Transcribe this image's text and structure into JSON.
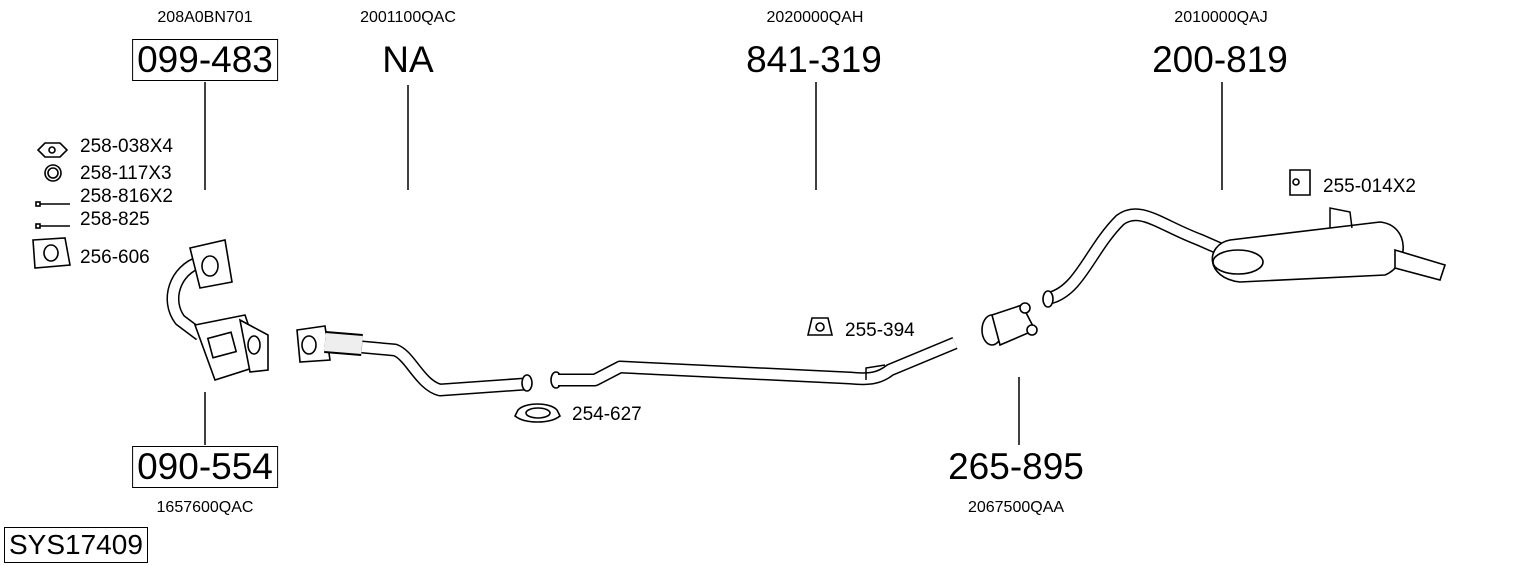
{
  "diagram": {
    "system_id": "SYS17409",
    "top_parts": [
      {
        "oem": "208A0BN701",
        "part_no": "099-483",
        "boxed": true
      },
      {
        "oem": "2001100QAC",
        "part_no": "NA",
        "boxed": false
      },
      {
        "oem": "2020000QAH",
        "part_no": "841-319",
        "boxed": false
      },
      {
        "oem": "2010000QAJ",
        "part_no": "200-819",
        "boxed": false
      }
    ],
    "bottom_parts": [
      {
        "oem": "1657600QAC",
        "part_no": "090-554",
        "boxed": true
      },
      {
        "oem": "2067500QAA",
        "part_no": "265-895",
        "boxed": false
      }
    ],
    "accessories": [
      {
        "label": "258-038X4",
        "icon": "nut-icon"
      },
      {
        "label": "258-117X3",
        "icon": "ring-gasket-icon"
      },
      {
        "label": "258-816X2",
        "icon": "bolt-icon"
      },
      {
        "label": "258-825",
        "icon": "bolt-icon"
      },
      {
        "label": "256-606",
        "icon": "flange-gasket-icon"
      },
      {
        "label": "255-014X2",
        "icon": "rubber-hanger-icon"
      },
      {
        "label": "255-394",
        "icon": "rubber-mount-icon"
      },
      {
        "label": "254-627",
        "icon": "clamp-icon"
      }
    ]
  }
}
